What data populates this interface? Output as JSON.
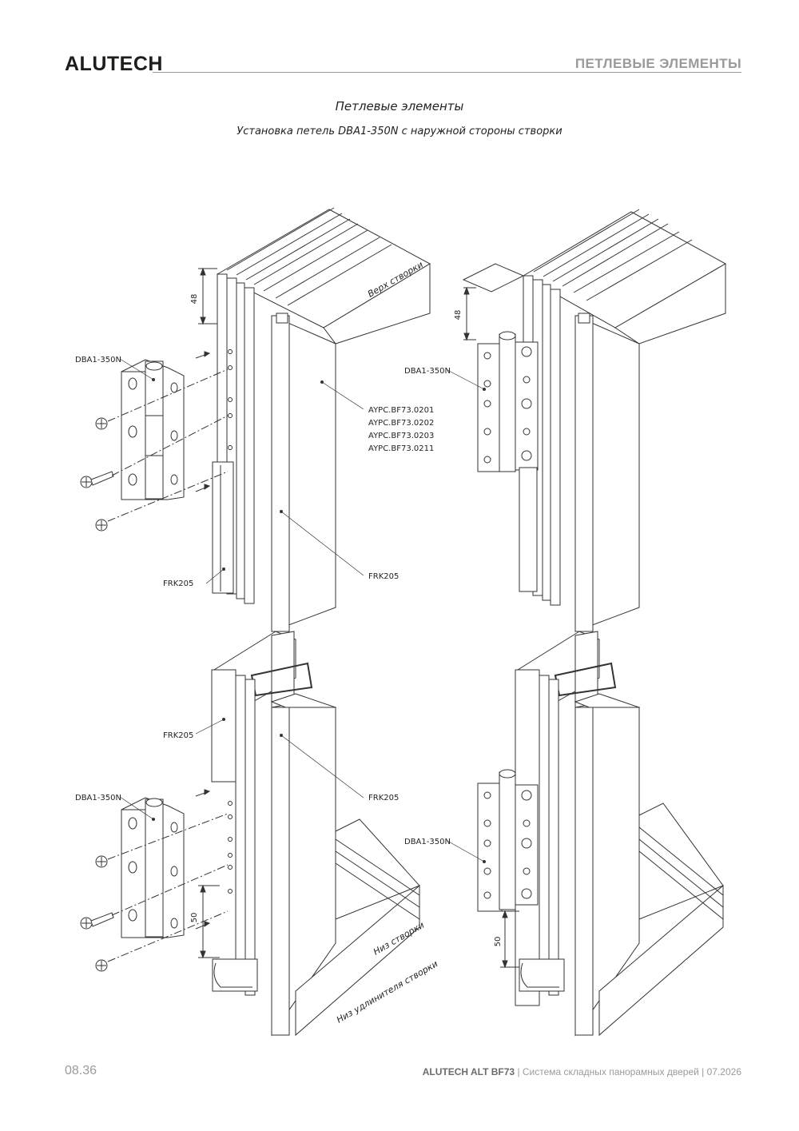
{
  "header": {
    "brand": "ALUTECH",
    "section": "ПЕТЛЕВЫЕ ЭЛЕМЕНТЫ"
  },
  "document": {
    "title": "Петлевые элементы",
    "subtitle": "Установка петель DBA1-350N с наружной стороны створки"
  },
  "labels": {
    "hinge": "DBA1-350N",
    "profile_frk": "FRK205",
    "part_1": "AYPC.BF73.0201",
    "part_2": "AYPC.BF73.0202",
    "part_3": "AYPC.BF73.0203",
    "part_4": "AYPC.BF73.0211",
    "dim_top": "48",
    "dim_bottom": "50",
    "top_of_sash": "Верх створки",
    "bottom_of_sash": "Низ створки",
    "bottom_of_extension": "Низ удлинителя створки"
  },
  "footer": {
    "page_number": "08.36",
    "product": "ALUTECH ALT BF73",
    "description": " | Система складных панорамных дверей | 07.2026"
  }
}
